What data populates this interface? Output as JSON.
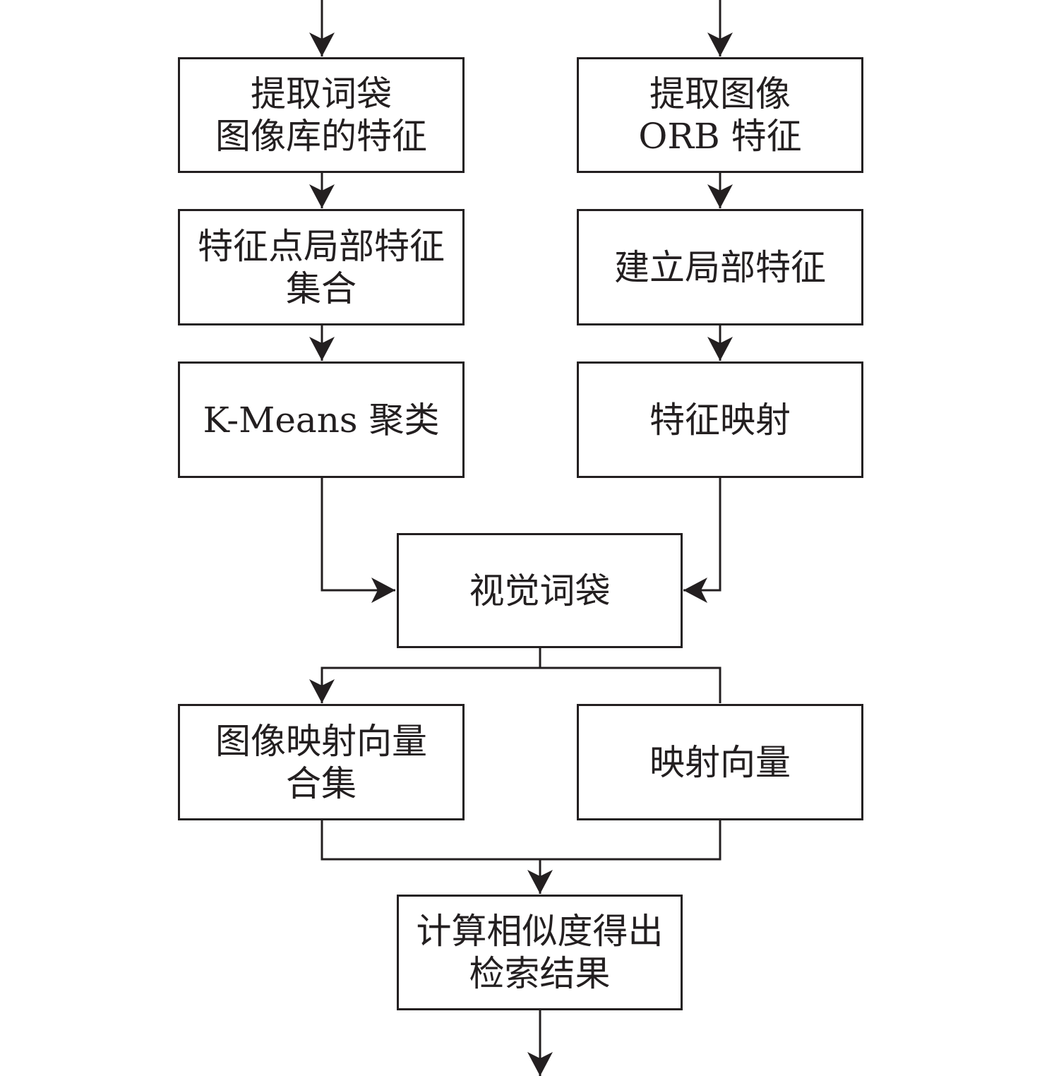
{
  "nodes": [
    {
      "id": "extract-bow-library-features",
      "lines": [
        "提取词袋",
        "图像库的特征"
      ]
    },
    {
      "id": "extract-image-orb-features",
      "lines": [
        "提取图像",
        "ORB 特征"
      ]
    },
    {
      "id": "keypoint-local-feature-set",
      "lines": [
        "特征点局部特征",
        "集合"
      ]
    },
    {
      "id": "build-local-features",
      "lines": [
        "建立局部特征"
      ]
    },
    {
      "id": "kmeans-clustering",
      "lines": [
        "K-Means 聚类"
      ]
    },
    {
      "id": "feature-mapping",
      "lines": [
        "特征映射"
      ]
    },
    {
      "id": "visual-bag-of-words",
      "lines": [
        "视觉词袋"
      ]
    },
    {
      "id": "image-mapping-vector-set",
      "lines": [
        "图像映射向量",
        "合集"
      ]
    },
    {
      "id": "mapping-vector",
      "lines": [
        "映射向量"
      ]
    },
    {
      "id": "compute-similarity-results",
      "lines": [
        "计算相似度得出",
        "检索结果"
      ]
    }
  ],
  "edges": [
    {
      "from": null,
      "to": "extract-bow-library-features"
    },
    {
      "from": null,
      "to": "extract-image-orb-features"
    },
    {
      "from": "extract-bow-library-features",
      "to": "keypoint-local-feature-set"
    },
    {
      "from": "extract-image-orb-features",
      "to": "build-local-features"
    },
    {
      "from": "keypoint-local-feature-set",
      "to": "kmeans-clustering"
    },
    {
      "from": "build-local-features",
      "to": "feature-mapping"
    },
    {
      "from": "kmeans-clustering",
      "to": "visual-bag-of-words"
    },
    {
      "from": "feature-mapping",
      "to": "visual-bag-of-words"
    },
    {
      "from": "visual-bag-of-words",
      "to": "image-mapping-vector-set"
    },
    {
      "from": "visual-bag-of-words",
      "to": "mapping-vector",
      "arrowhead": false
    },
    {
      "from": "image-mapping-vector-set",
      "to": "compute-similarity-results"
    },
    {
      "from": "mapping-vector",
      "to": "compute-similarity-results"
    },
    {
      "from": "compute-similarity-results",
      "to": null
    }
  ],
  "colors": {
    "stroke": "#231f20",
    "text": "#231f20",
    "background": "#ffffff"
  }
}
